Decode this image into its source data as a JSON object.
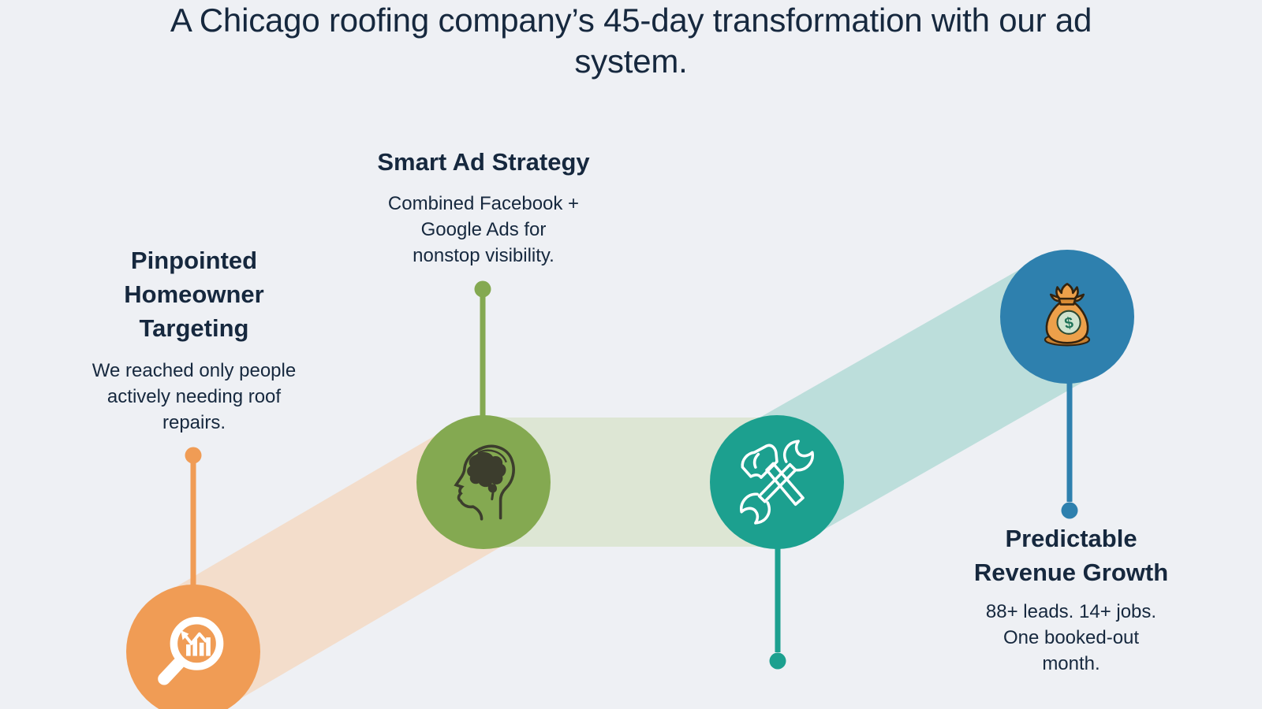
{
  "title": "A Chicago roofing company’s 45-day transformation with our ad\nsystem.",
  "colors": {
    "background": "#eef0f4",
    "text": "#16283e"
  },
  "bands": [
    "#f3ddcb",
    "#dde6d4",
    "#bcdedb"
  ],
  "steps": [
    {
      "title": "Pinpointed\nHomeowner\nTargeting",
      "description": "We reached only people\nactively needing roof\nrepairs.",
      "color": "#f09c55",
      "icon": "magnifier-chart-icon"
    },
    {
      "title": "Smart Ad Strategy",
      "description": "Combined Facebook +\nGoogle Ads for\nnonstop visibility.",
      "color": "#84a951",
      "icon": "head-brain-icon"
    },
    {
      "color": "#1ca08f",
      "icon": "hammer-wrench-icon"
    },
    {
      "title": "Predictable\nRevenue Growth",
      "description": "88+ leads. 14+ jobs.\nOne booked-out\nmonth.",
      "color": "#2e80ae",
      "icon": "money-bag-icon"
    }
  ]
}
